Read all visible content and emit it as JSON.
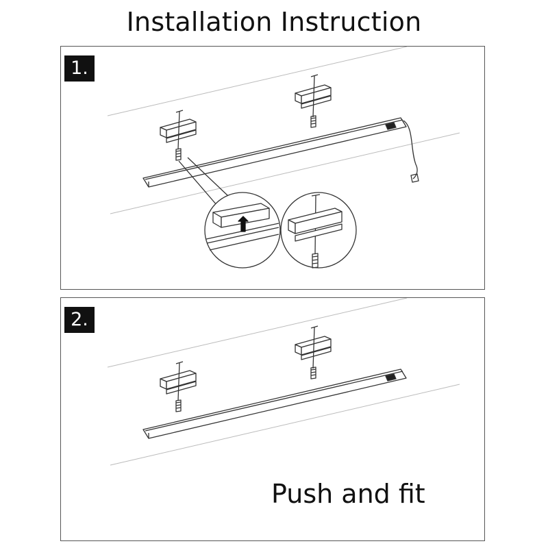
{
  "title": "Installation Instruction",
  "steps": [
    {
      "number": "1."
    },
    {
      "number": "2.",
      "caption": "Push and fit"
    }
  ],
  "colors": {
    "line": "#333333",
    "badge": "#111111",
    "guide": "#bbbbbb"
  }
}
